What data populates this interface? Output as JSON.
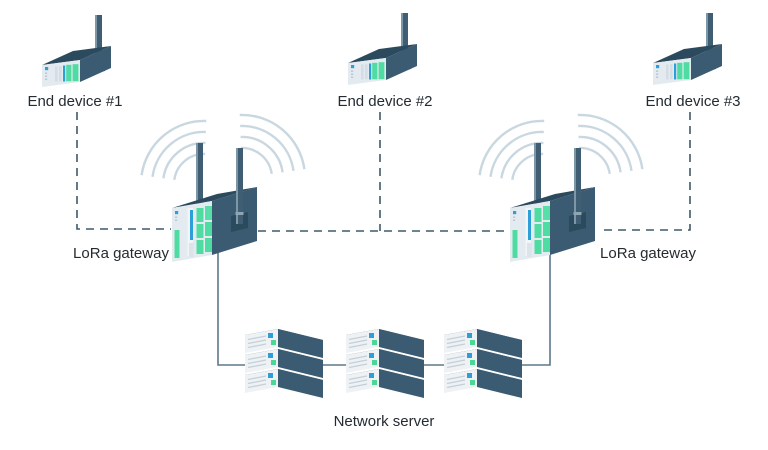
{
  "diagram": {
    "type": "network-topology",
    "end_devices": [
      {
        "id": "end-device-1",
        "label": "End device #1"
      },
      {
        "id": "end-device-2",
        "label": "End device #2"
      },
      {
        "id": "end-device-3",
        "label": "End device #3"
      }
    ],
    "gateways": [
      {
        "id": "lora-gateway-1",
        "label": "LoRa gateway"
      },
      {
        "id": "lora-gateway-2",
        "label": "LoRa gateway"
      }
    ],
    "server": {
      "id": "network-server",
      "label": "Network server"
    },
    "connections": [
      {
        "from": "end-device-1",
        "to": "lora-gateway-1",
        "style": "dashed"
      },
      {
        "from": "end-device-2",
        "to": "lora-gateway-1",
        "style": "dashed"
      },
      {
        "from": "end-device-2",
        "to": "lora-gateway-2",
        "style": "dashed"
      },
      {
        "from": "end-device-3",
        "to": "lora-gateway-2",
        "style": "dashed"
      },
      {
        "from": "lora-gateway-1",
        "to": "lora-gateway-2",
        "style": "dashed"
      },
      {
        "from": "lora-gateway-1",
        "to": "network-server",
        "style": "solid"
      },
      {
        "from": "lora-gateway-2",
        "to": "network-server",
        "style": "solid"
      }
    ],
    "icons": [
      "end-device-icon",
      "lora-gateway-icon",
      "server-stack-icon",
      "antenna-icon",
      "wifi-signal-icon"
    ]
  },
  "colors": {
    "background": "#ffffff",
    "slate_top": "#2c4a5e",
    "slate_side": "#3a5b71",
    "panel_light": "#e4ebf0",
    "panel_white": "#f2f5f7",
    "accent_mint": "#4fdca3",
    "accent_blue": "#2d9fd8",
    "wifi_arc": "#c9d7e1",
    "dashed_link": "#3f5a6b",
    "solid_link": "#5d7888",
    "label_text": "#242b31"
  }
}
